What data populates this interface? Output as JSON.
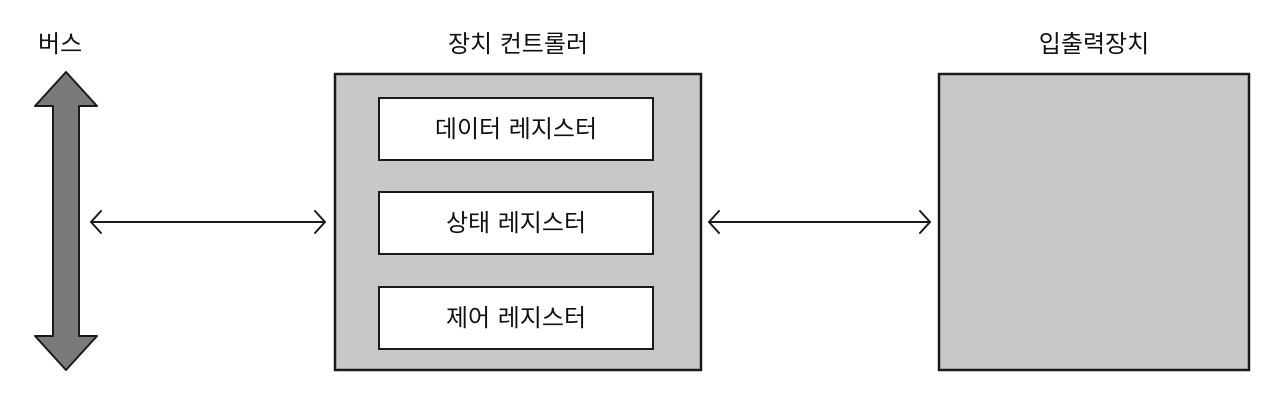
{
  "bus": {
    "label": "버스"
  },
  "device_controller": {
    "title": "장치 컨트롤러",
    "registers": [
      {
        "label": "데이터 레지스터"
      },
      {
        "label": "상태 레지스터"
      },
      {
        "label": "제어 레지스터"
      }
    ]
  },
  "io_device": {
    "title": "입출력장치"
  },
  "colors": {
    "bus_arrow_fill": "#7a7a7a",
    "box_fill": "#c8c8c8",
    "outline": "#1a1a1a",
    "register_fill": "#ffffff"
  }
}
